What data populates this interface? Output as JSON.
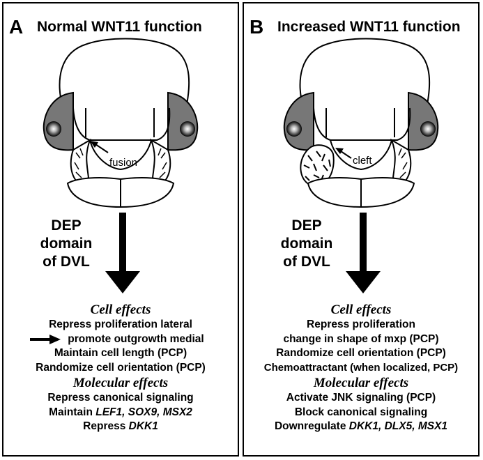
{
  "panels": [
    {
      "label": "A",
      "title": "Normal WNT11 function",
      "face_annotation": "fusion",
      "dep_lines": [
        "DEP",
        "domain",
        "of DVL"
      ],
      "cell_heading": "Cell effects",
      "cell_lines": [
        "Repress proliferation lateral",
        "promote outgrowth medial",
        "Maintain cell length (PCP)",
        "Randomize cell orientation (PCP)"
      ],
      "mol_heading": "Molecular effects",
      "mol_line1": "Repress canonical signaling",
      "mol_line2_prefix": "Maintain ",
      "mol_line2_genes": "LEF1, SOX9, MSX2",
      "mol_line3_prefix": "Repress ",
      "mol_line3_genes": "DKK1"
    },
    {
      "label": "B",
      "title": "Increased WNT11 function",
      "face_annotation": "cleft",
      "dep_lines": [
        "DEP",
        "domain",
        "of DVL"
      ],
      "cell_heading": "Cell effects",
      "cell_lines": [
        "Repress proliferation",
        "change in shape of mxp (PCP)",
        "Randomize cell orientation (PCP)",
        "Chemoattractant (when localized, PCP)"
      ],
      "mol_heading": "Molecular effects",
      "mol_line1": "Activate JNK signaling (PCP)",
      "mol_line2": "Block canonical signaling",
      "mol_line3_prefix": "Downregulate ",
      "mol_line3_genes": "DKK1, DLX5, MSX1"
    }
  ]
}
